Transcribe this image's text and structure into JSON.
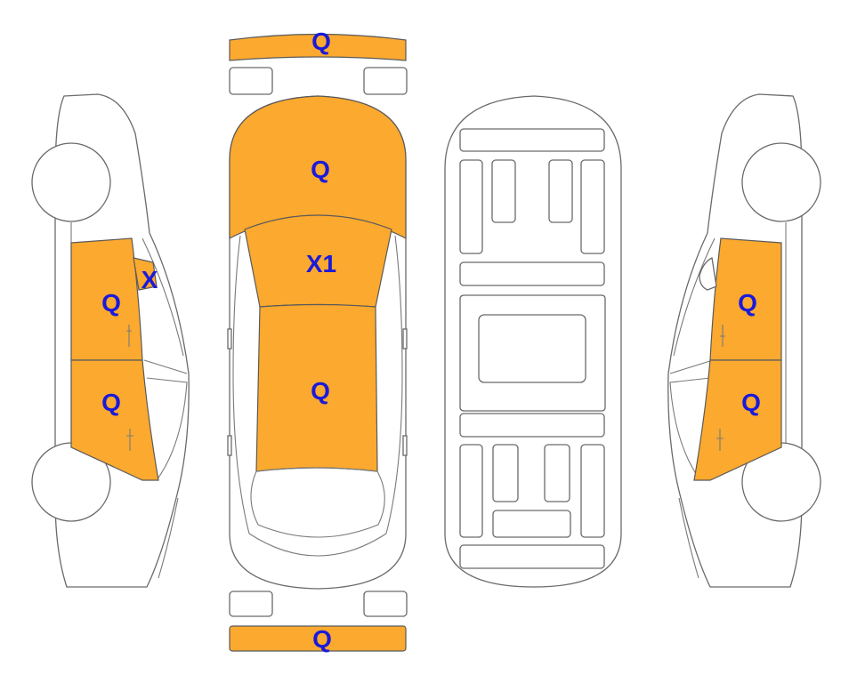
{
  "colors": {
    "damage_fill": "#FBA92F",
    "label_color": "#1A1ADB",
    "outline": "#6a6a6a"
  },
  "labels": {
    "front_bumper": "Q",
    "hood": "Q",
    "windshield": "X1",
    "roof": "Q",
    "rear_bumper": "Q",
    "left_front_door": "Q",
    "left_mirror": "X",
    "left_rear_door": "Q",
    "right_front_door": "Q",
    "right_rear_door": "Q"
  }
}
